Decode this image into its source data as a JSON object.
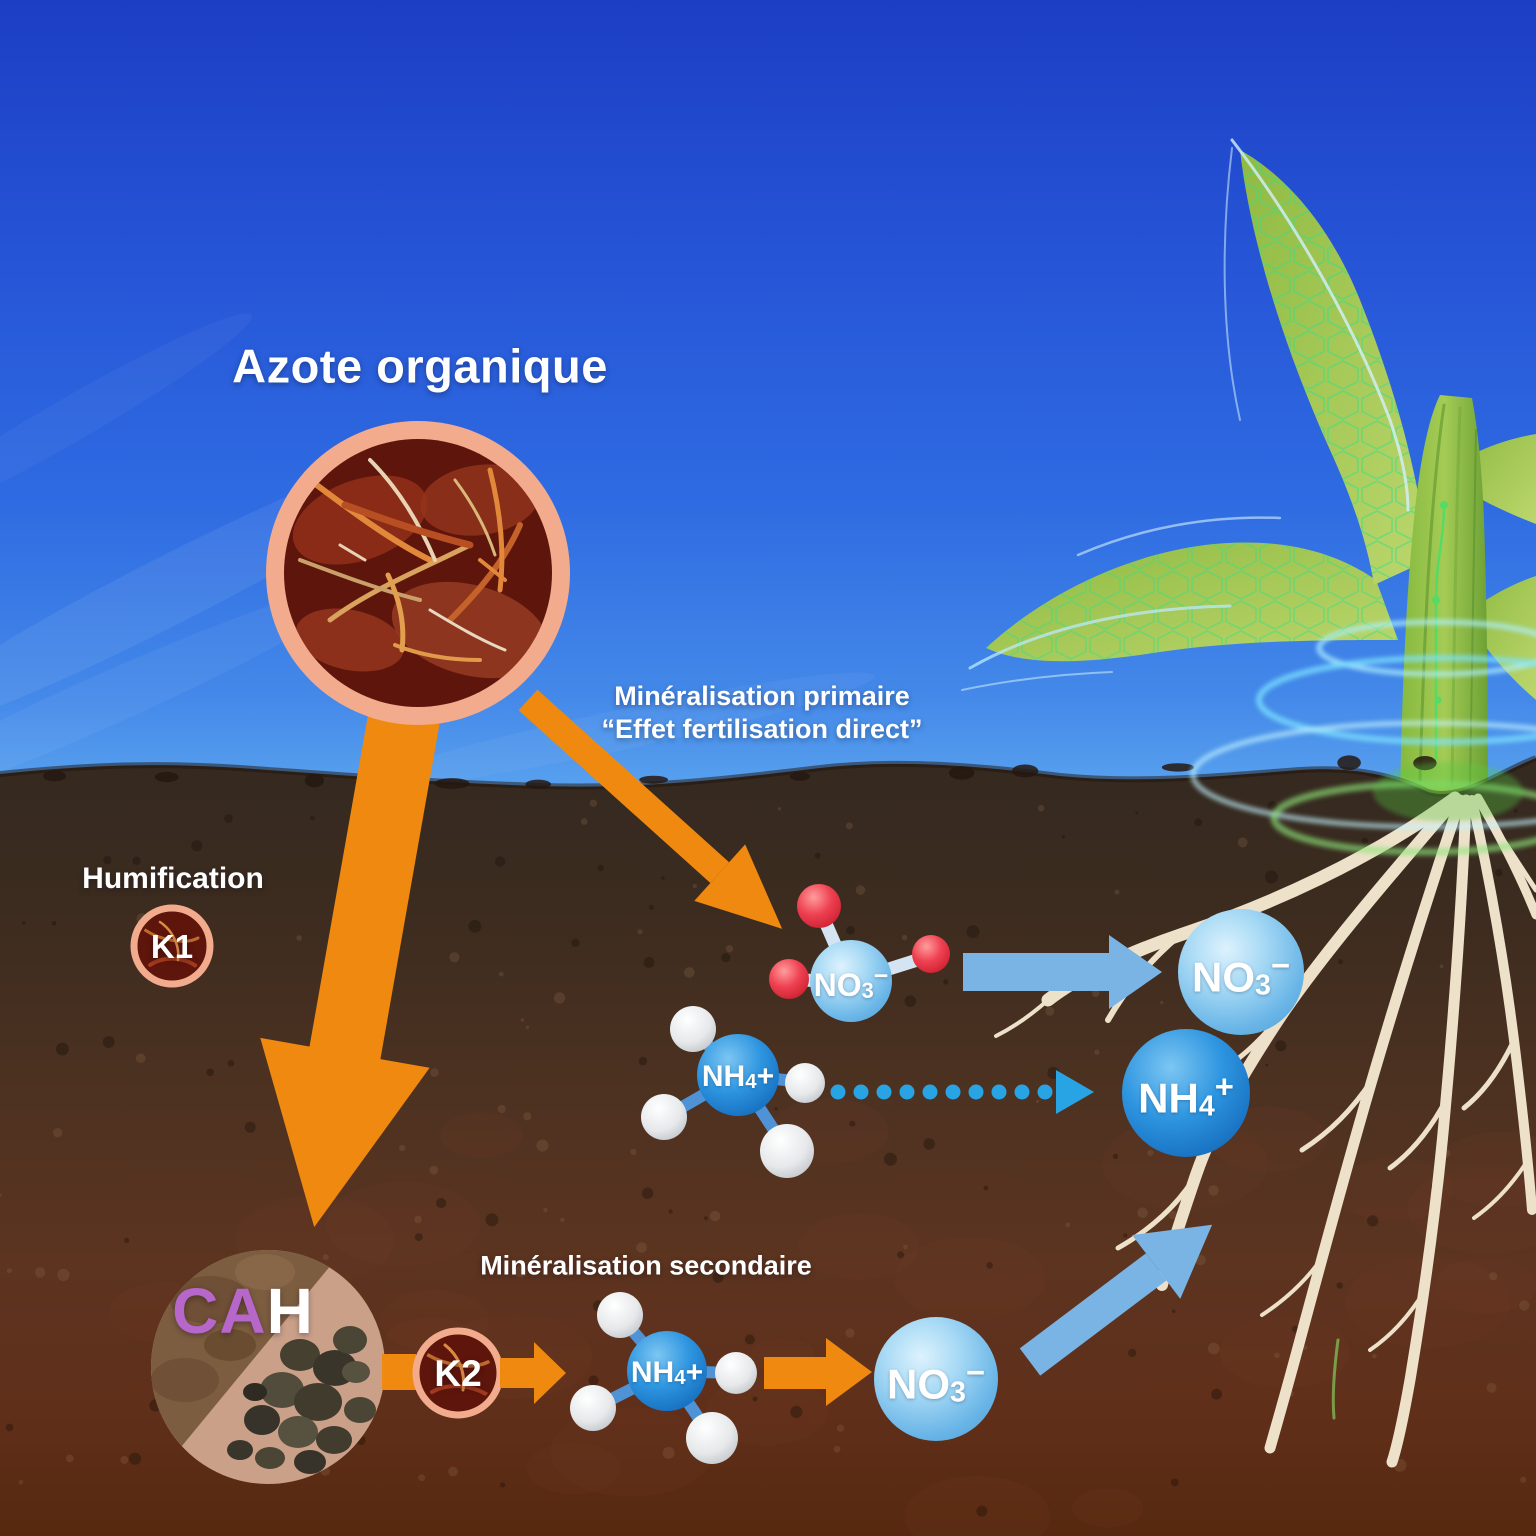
{
  "title": "Azote organique",
  "processes": {
    "primary_mineralisation": {
      "line1": "Minéralisation primaire",
      "line2": "“Effet fertilisation direct”"
    },
    "humification": {
      "label": "Humification",
      "rate_constant": "K1"
    },
    "secondary_mineralisation": {
      "label": "Minéralisation secondaire",
      "rate_constant": "K2"
    }
  },
  "cah": {
    "prefix": "CA",
    "suffix": "H"
  },
  "molecules": {
    "nitrate": {
      "base": "NO",
      "subscript": "3",
      "charge": "−"
    },
    "ammonium": {
      "base": "NH",
      "subscript": "4",
      "charge": "+"
    }
  },
  "colors": {
    "sky_top": "#1d41c6",
    "sky_horizon": "#55a0ee",
    "soil_top": "#362a1f",
    "soil_bottom": "#5d2c17",
    "arrow_orange": "#f0890f",
    "arrow_blue": "#79b4e4",
    "arrow_dotted": "#28a3e4",
    "nitrate_blue": "#69b5e7",
    "ammonium_blue": "#1172c8",
    "oxygen_red": "#e21f31",
    "hydrogen_grey": "#e9eaec",
    "root_cream": "#ede1c9",
    "leaf_green": "#a9cb5b",
    "cah_purple": "#b766c9",
    "badge_ring_salmon": "#f2ab8d",
    "badge_fill_maroon": "#5e150b"
  }
}
